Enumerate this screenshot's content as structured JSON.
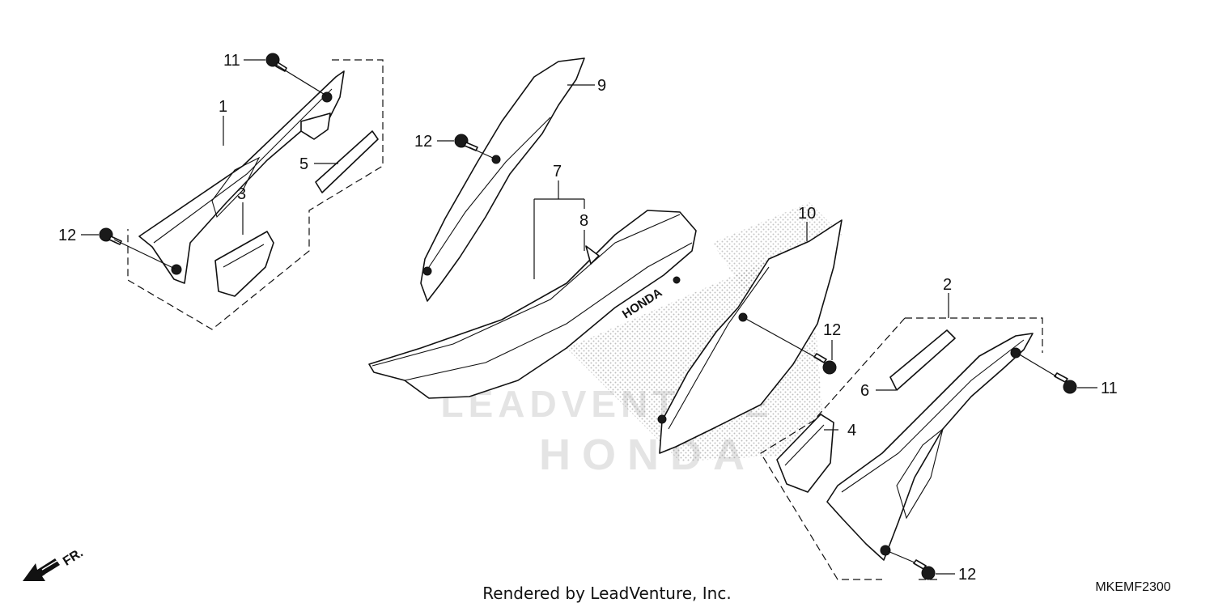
{
  "callouts": [
    {
      "id": "1",
      "text": "1"
    },
    {
      "id": "2",
      "text": "2"
    },
    {
      "id": "3",
      "text": "3"
    },
    {
      "id": "4",
      "text": "4"
    },
    {
      "id": "5",
      "text": "5"
    },
    {
      "id": "6",
      "text": "6"
    },
    {
      "id": "7",
      "text": "7"
    },
    {
      "id": "8",
      "text": "8"
    },
    {
      "id": "9",
      "text": "9"
    },
    {
      "id": "10",
      "text": "10"
    },
    {
      "id": "11a",
      "text": "11"
    },
    {
      "id": "11b",
      "text": "11"
    },
    {
      "id": "12a",
      "text": "12"
    },
    {
      "id": "12b",
      "text": "12"
    },
    {
      "id": "12c",
      "text": "12"
    },
    {
      "id": "12d",
      "text": "12"
    }
  ],
  "seat_brand": "HONDA",
  "direction_label": "FR.",
  "footer": "Rendered by LeadVenture, Inc.",
  "diagram_code": "MKEMF2300",
  "watermark": {
    "line1": "LEADVENTURE",
    "line2": "HONDA"
  },
  "colors": {
    "ink": "#111111",
    "paper": "#ffffff",
    "watermark": "#e4e4e4"
  }
}
